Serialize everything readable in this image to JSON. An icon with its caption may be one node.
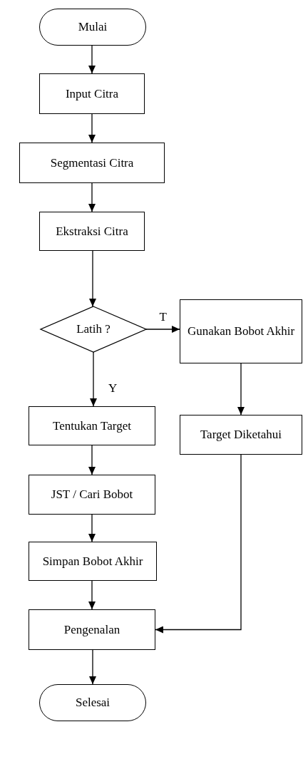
{
  "diagram": {
    "nodes": [
      {
        "text": [
          "Mulai"
        ]
      },
      {
        "text": [
          "Input Citra"
        ]
      },
      {
        "text": [
          "Segmentasi Citra"
        ]
      },
      {
        "text": [
          "Ekstraksi Citra"
        ]
      },
      {
        "text": [
          "Latih ?"
        ]
      },
      {
        "text": [
          "Gunakan Bobot Akhir"
        ]
      },
      {
        "text": [
          "Tentukan Target"
        ]
      },
      {
        "text": [
          "Target Diketahui"
        ]
      },
      {
        "text": [
          "JST / Cari Bobot"
        ]
      },
      {
        "text": [
          "Simpan Bobot Akhir"
        ]
      },
      {
        "text": [
          "Pengenalan"
        ]
      },
      {
        "text": [
          "Selesai"
        ]
      }
    ],
    "edges": [
      {
        "from": 0,
        "to": 1,
        "arrow": "to"
      },
      {
        "from": 1,
        "to": 2,
        "arrow": "to"
      },
      {
        "from": 2,
        "to": 3,
        "arrow": "to"
      },
      {
        "from": 3,
        "to": 4,
        "arrow": "to"
      },
      {
        "from": 4,
        "to": 5,
        "arrow": "to",
        "label": "T"
      },
      {
        "from": 4,
        "to": 6,
        "arrow": "to",
        "label": "Y"
      },
      {
        "from": 5,
        "to": 7,
        "arrow": "to"
      },
      {
        "from": 6,
        "to": 8,
        "arrow": "to"
      },
      {
        "from": 8,
        "to": 9,
        "arrow": "to"
      },
      {
        "from": 9,
        "to": 10,
        "arrow": "to"
      },
      {
        "from": 7,
        "to": 10,
        "arrow": "to"
      },
      {
        "from": 10,
        "to": 11,
        "arrow": "to"
      }
    ]
  }
}
